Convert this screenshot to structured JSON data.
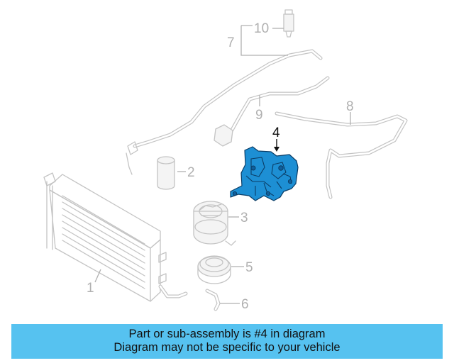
{
  "diagram": {
    "highlight_color": "#1d8fd4",
    "callouts": [
      {
        "id": "callout-1",
        "label": "1"
      },
      {
        "id": "callout-2",
        "label": "2"
      },
      {
        "id": "callout-3",
        "label": "3"
      },
      {
        "id": "callout-4",
        "label": "4"
      },
      {
        "id": "callout-5",
        "label": "5"
      },
      {
        "id": "callout-6",
        "label": "6"
      },
      {
        "id": "callout-7",
        "label": "7"
      },
      {
        "id": "callout-8",
        "label": "8"
      },
      {
        "id": "callout-9",
        "label": "9"
      },
      {
        "id": "callout-10",
        "label": "10"
      }
    ]
  },
  "banner": {
    "background_color": "#56c2f0",
    "line1": "Part or sub-assembly is #4 in diagram",
    "line2": "Diagram may not be specific to your vehicle"
  }
}
